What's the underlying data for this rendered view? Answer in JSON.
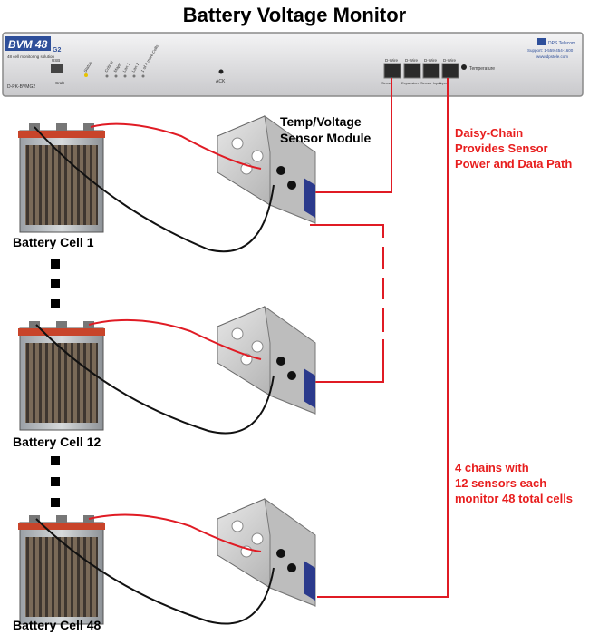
{
  "title": "Battery Voltage Monitor",
  "device": {
    "model": "BVM 48",
    "suffix": "G2",
    "tagline": "48 cell monitoring solution",
    "part_number": "D-PK-BVMG2",
    "usb_label": "USB",
    "craft_label": "Craft",
    "status_leds": [
      "Status",
      "Critical",
      "Major",
      "Lan 1",
      "Lan 2",
      "1 of 4 more Cells"
    ],
    "ack_label": "ACK",
    "port_header": "D-Wire",
    "port_labels": [
      "Sensor",
      "Expansion",
      "Sensor Input",
      "Input"
    ],
    "temperature_label": "Temperature",
    "brand": "DPS Telecom",
    "support": "Support: 1-559-454-1600",
    "website": "www.dpstele.com"
  },
  "sensor_module_label": [
    "Temp/Voltage",
    "Sensor Module"
  ],
  "daisy_chain_note": [
    "Daisy-Chain",
    "Provides Sensor",
    "Power and Data Path"
  ],
  "chains_note": [
    "4 chains with",
    "12 sensors each",
    "monitor 48 total cells"
  ],
  "cells": [
    {
      "label": "Battery Cell 1"
    },
    {
      "label": "Battery Cell 12"
    },
    {
      "label": "Battery Cell 48"
    }
  ],
  "colors": {
    "wire_red": "#e01b24",
    "wire_black": "#111111",
    "note_red": "#e81e1e",
    "chassis": "#e9e9ea"
  }
}
